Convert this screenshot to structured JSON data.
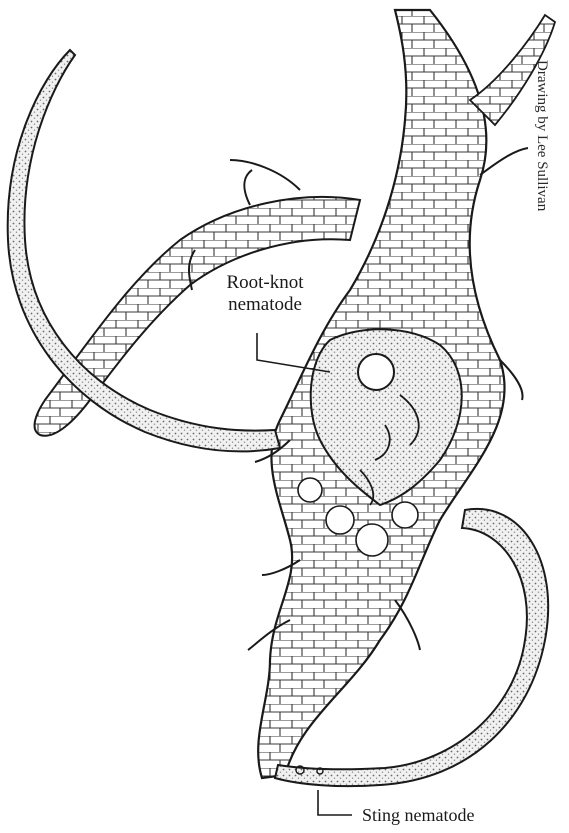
{
  "labels": {
    "root_knot": [
      "Root-knot",
      "nematode"
    ],
    "sting": "Sting nematode"
  },
  "credit": "Drawing by Lee Sullivan",
  "colors": {
    "ink": "#1a1a1a",
    "nematode_fill": "#e8e8e8",
    "background": "#ffffff"
  }
}
